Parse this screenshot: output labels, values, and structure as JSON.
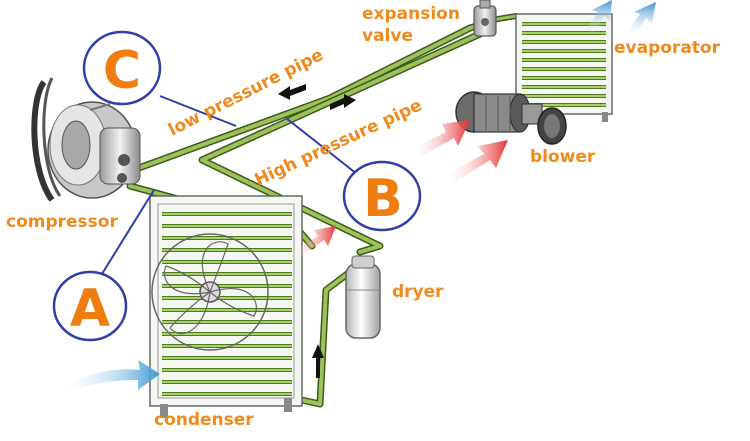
{
  "labels": {
    "expansion_valve_line1": "expansion",
    "expansion_valve_line2": "valve",
    "evaporator": "evaporator",
    "low_pressure_pipe": "low pressure pipe",
    "high_pressure_pipe": "High pressure pipe",
    "blower": "blower",
    "compressor": "compressor",
    "dryer": "dryer",
    "condenser": "condenser"
  },
  "markers": {
    "a": "A",
    "b": "B",
    "c": "C"
  },
  "colors": {
    "label_text": "#f08a1c",
    "marker_ring": "#2f3fa8",
    "pipe": "#8ab243",
    "hot_arrow": "#e53030",
    "cold_arrow": "#4aa3d6"
  }
}
